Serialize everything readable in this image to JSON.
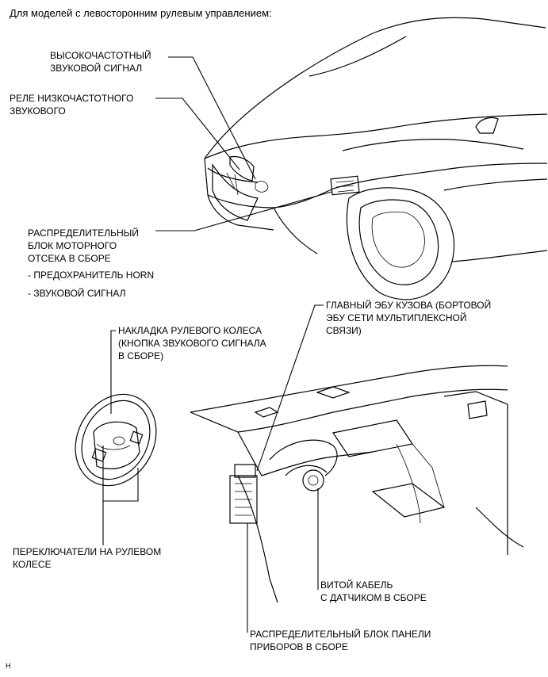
{
  "header": "Для моделей с левосторонним рулевым управлением:",
  "labels": {
    "high_horn": [
      "ВЫСОКОЧАСТОТНЫЙ",
      "ЗВУКОВОЙ СИГНАЛ"
    ],
    "low_horn_relay": [
      "РЕЛЕ НИЗКОЧАСТОТНОГО",
      "ЗВУКОВОГО"
    ],
    "engine_relay_block": [
      "РАСПРЕДЕЛИТЕЛЬНЫЙ",
      "БЛОК МОТОРНОГО",
      "ОТСЕКА В СБОРЕ"
    ],
    "engine_relay_items": [
      "- ПРЕДОХРАНИТЕЛЬ HORN",
      "- ЗВУКОВОЙ СИГНАЛ"
    ],
    "steering_pad": [
      "НАКЛАДКА РУЛЕВОГО КОЛЕСА",
      "(КНОПКА ЗВУКОВОГО СИГНАЛА",
      "В СБОРЕ)"
    ],
    "main_body_ecu": [
      "ГЛАВНЫЙ ЭБУ КУЗОВА (БОРТОВОЙ",
      "ЭБУ СЕТИ МУЛЬТИПЛЕКСНОЙ",
      "СВЯЗИ)"
    ],
    "steering_switches": [
      "ПЕРЕКЛЮЧАТЕЛИ НА РУЛЕВОМ",
      "КОЛЕСЕ"
    ],
    "spiral_cable": [
      "ВИТОЙ КАБЕЛЬ",
      "С ДАТЧИКОМ В СБОРЕ"
    ],
    "instrument_panel_block": [
      "РАСПРЕДЕЛИТЕЛЬНЫЙ БЛОК ПАНЕЛИ",
      "ПРИБОРОВ В СБОРЕ"
    ]
  },
  "footer_code": "H"
}
